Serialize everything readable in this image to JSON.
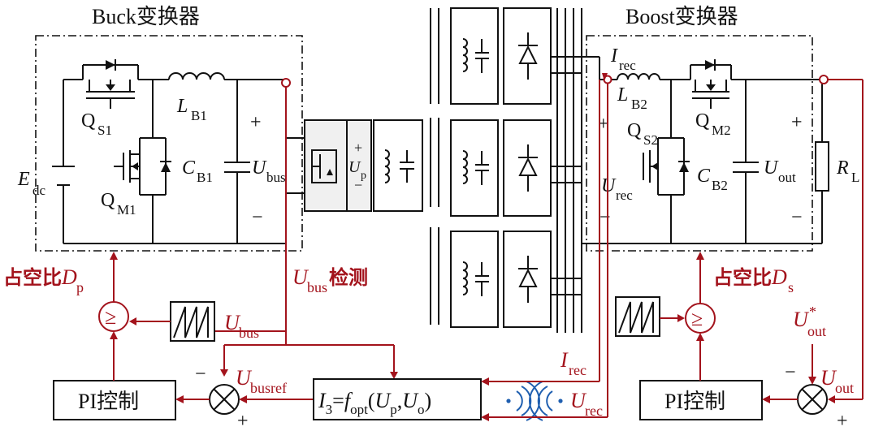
{
  "labels": {
    "buck_title": "Buck变换器",
    "boost_title": "Boost变换器",
    "edc_main": "E",
    "edc_sub": "dc",
    "qs1_main": "Q",
    "qs1_sub": "S1",
    "qm1_main": "Q",
    "qm1_sub": "M1",
    "lb1_main": "L",
    "lb1_sub": "B1",
    "cb1_main": "C",
    "cb1_sub": "B1",
    "ubus_main": "U",
    "ubus_sub": "bus",
    "up_main": "U",
    "up_sub": "p",
    "irec_main": "I",
    "irec_sub": "rec",
    "lb2_main": "L",
    "lb2_sub": "B2",
    "qs2_main": "Q",
    "qs2_sub": "S2",
    "qm2_main": "Q",
    "qm2_sub": "M2",
    "urec_main": "U",
    "urec_sub": "rec",
    "cb2_main": "C",
    "cb2_sub": "B2",
    "uout_main": "U",
    "uout_sub": "out",
    "rl_main": "R",
    "rl_sub": "L",
    "plus": "+",
    "minus": "−",
    "duty_p_prefix": "占空比",
    "duty_p_main": "D",
    "duty_p_sub": "p",
    "duty_s_prefix": "占空比",
    "duty_s_main": "D",
    "duty_s_sub": "s",
    "ubus_detect_main": "U",
    "ubus_detect_sub": "bus",
    "ubus_detect_suffix": "检测",
    "ubus_fb_main": "U",
    "ubus_fb_sub": "bus",
    "ubusref_main": "U",
    "ubusref_sub": "busref",
    "pi1": "PI控制",
    "pi2": "PI控制",
    "f_i3": "I",
    "f_i3sub": "3",
    "f_eq": "=",
    "f_f": "f",
    "f_opt": "opt",
    "f_lp": "(",
    "f_u1": "U",
    "f_p": "p",
    "f_comma": ",",
    "f_u2": "U",
    "f_o": "o",
    "f_rp": ")",
    "irec_fb_main": "I",
    "irec_fb_sub": "rec",
    "urec_fb_main": "U",
    "urec_fb_sub": "rec",
    "uoutref_main": "U",
    "uoutref_sup": "*",
    "uoutref_sub": "out",
    "uout_fb_main": "U",
    "uout_fb_sub": "out",
    "cmp_symbol": "≥"
  },
  "colors": {
    "signal": "#a3131c",
    "circuit": "#111111",
    "wireless": "#1f5fb0"
  }
}
